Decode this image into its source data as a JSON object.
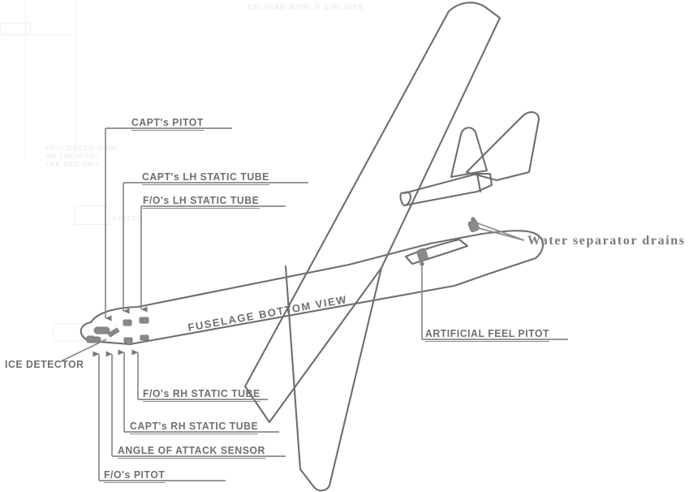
{
  "diagram": {
    "title": "FUSELAGE BOTTOM VIEW",
    "ink_color": "#6f6f6f",
    "outline_color": "#707070",
    "background_color": "#ffffff"
  },
  "fuselage_label": "FUSELAGE BOTTOM VIEW",
  "callouts_upper_left": [
    {
      "label": "CAPT's PITOT"
    },
    {
      "label": "CAPT's LH STATIC TUBE"
    },
    {
      "label": "F/O's LH STATIC TUBE"
    }
  ],
  "callouts_lower_left": [
    {
      "label": "F/O's RH STATIC TUBE"
    },
    {
      "label": "CAPT's RH STATIC TUBE"
    },
    {
      "label": "ANGLE OF ATTACK SENSOR"
    },
    {
      "label": "F/O's PITOT"
    }
  ],
  "callouts_left": [
    {
      "label": "ICE DETECTOR"
    }
  ],
  "callouts_right": [
    {
      "label": "ARTIFICIAL FEEL PITOT"
    }
  ],
  "annotations": [
    {
      "label": "Water separator drains",
      "style": "serif"
    }
  ],
  "ghost_text": {
    "header": "BELGIAN WORLD AIRLINES",
    "block_lines": [
      "PROLONGED HIGH",
      "ON  THE  PITOT",
      "THE DEC UNIT"
    ],
    "small_mark": "SWITCH"
  }
}
